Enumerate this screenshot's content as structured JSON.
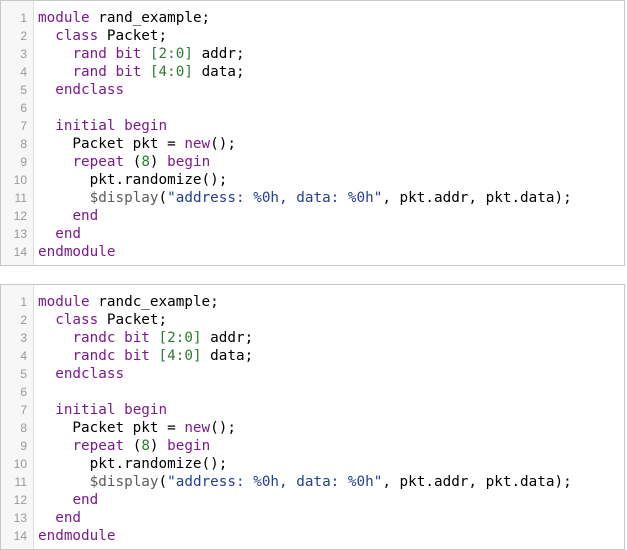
{
  "blocks": [
    {
      "line_numbers": [
        "1",
        "2",
        "3",
        "4",
        "5",
        "6",
        "7",
        "8",
        "9",
        "10",
        "11",
        "12",
        "13",
        "14"
      ],
      "lines": [
        [
          {
            "t": "module",
            "c": "kw"
          },
          {
            "t": " rand_example;",
            "c": "pl"
          }
        ],
        [
          {
            "t": "  ",
            "c": "pl"
          },
          {
            "t": "class",
            "c": "kw"
          },
          {
            "t": " Packet;",
            "c": "pl"
          }
        ],
        [
          {
            "t": "    ",
            "c": "pl"
          },
          {
            "t": "rand",
            "c": "kw"
          },
          {
            "t": " ",
            "c": "pl"
          },
          {
            "t": "bit",
            "c": "kw"
          },
          {
            "t": " ",
            "c": "pl"
          },
          {
            "t": "[2:0]",
            "c": "num"
          },
          {
            "t": " addr;",
            "c": "pl"
          }
        ],
        [
          {
            "t": "    ",
            "c": "pl"
          },
          {
            "t": "rand",
            "c": "kw"
          },
          {
            "t": " ",
            "c": "pl"
          },
          {
            "t": "bit",
            "c": "kw"
          },
          {
            "t": " ",
            "c": "pl"
          },
          {
            "t": "[4:0]",
            "c": "num"
          },
          {
            "t": " data;",
            "c": "pl"
          }
        ],
        [
          {
            "t": "  ",
            "c": "pl"
          },
          {
            "t": "endclass",
            "c": "kw"
          }
        ],
        [],
        [
          {
            "t": "  ",
            "c": "pl"
          },
          {
            "t": "initial",
            "c": "kw"
          },
          {
            "t": " ",
            "c": "pl"
          },
          {
            "t": "begin",
            "c": "kw"
          }
        ],
        [
          {
            "t": "    Packet pkt = ",
            "c": "pl"
          },
          {
            "t": "new",
            "c": "kw"
          },
          {
            "t": "();",
            "c": "pl"
          }
        ],
        [
          {
            "t": "    ",
            "c": "pl"
          },
          {
            "t": "repeat",
            "c": "kw"
          },
          {
            "t": " (",
            "c": "pl"
          },
          {
            "t": "8",
            "c": "num"
          },
          {
            "t": ") ",
            "c": "pl"
          },
          {
            "t": "begin",
            "c": "kw"
          }
        ],
        [
          {
            "t": "      pkt.randomize();",
            "c": "pl"
          }
        ],
        [
          {
            "t": "      ",
            "c": "pl"
          },
          {
            "t": "$display",
            "c": "sys"
          },
          {
            "t": "(",
            "c": "pl"
          },
          {
            "t": "\"address: %0h, data: %0h\"",
            "c": "str"
          },
          {
            "t": ", pkt.addr, pkt.data);",
            "c": "pl"
          }
        ],
        [
          {
            "t": "    ",
            "c": "pl"
          },
          {
            "t": "end",
            "c": "kw"
          }
        ],
        [
          {
            "t": "  ",
            "c": "pl"
          },
          {
            "t": "end",
            "c": "kw"
          }
        ],
        [
          {
            "t": "endmodule",
            "c": "kw"
          }
        ]
      ]
    },
    {
      "line_numbers": [
        "1",
        "2",
        "3",
        "4",
        "5",
        "6",
        "7",
        "8",
        "9",
        "10",
        "11",
        "12",
        "13",
        "14"
      ],
      "lines": [
        [
          {
            "t": "module",
            "c": "kw"
          },
          {
            "t": " randc_example;",
            "c": "pl"
          }
        ],
        [
          {
            "t": "  ",
            "c": "pl"
          },
          {
            "t": "class",
            "c": "kw"
          },
          {
            "t": " Packet;",
            "c": "pl"
          }
        ],
        [
          {
            "t": "    ",
            "c": "pl"
          },
          {
            "t": "randc",
            "c": "kw"
          },
          {
            "t": " ",
            "c": "pl"
          },
          {
            "t": "bit",
            "c": "kw"
          },
          {
            "t": " ",
            "c": "pl"
          },
          {
            "t": "[2:0]",
            "c": "num"
          },
          {
            "t": " addr;",
            "c": "pl"
          }
        ],
        [
          {
            "t": "    ",
            "c": "pl"
          },
          {
            "t": "randc",
            "c": "kw"
          },
          {
            "t": " ",
            "c": "pl"
          },
          {
            "t": "bit",
            "c": "kw"
          },
          {
            "t": " ",
            "c": "pl"
          },
          {
            "t": "[4:0]",
            "c": "num"
          },
          {
            "t": " data;",
            "c": "pl"
          }
        ],
        [
          {
            "t": "  ",
            "c": "pl"
          },
          {
            "t": "endclass",
            "c": "kw"
          }
        ],
        [],
        [
          {
            "t": "  ",
            "c": "pl"
          },
          {
            "t": "initial",
            "c": "kw"
          },
          {
            "t": " ",
            "c": "pl"
          },
          {
            "t": "begin",
            "c": "kw"
          }
        ],
        [
          {
            "t": "    Packet pkt = ",
            "c": "pl"
          },
          {
            "t": "new",
            "c": "kw"
          },
          {
            "t": "();",
            "c": "pl"
          }
        ],
        [
          {
            "t": "    ",
            "c": "pl"
          },
          {
            "t": "repeat",
            "c": "kw"
          },
          {
            "t": " (",
            "c": "pl"
          },
          {
            "t": "8",
            "c": "num"
          },
          {
            "t": ") ",
            "c": "pl"
          },
          {
            "t": "begin",
            "c": "kw"
          }
        ],
        [
          {
            "t": "      pkt.randomize();",
            "c": "pl"
          }
        ],
        [
          {
            "t": "      ",
            "c": "pl"
          },
          {
            "t": "$display",
            "c": "sys"
          },
          {
            "t": "(",
            "c": "pl"
          },
          {
            "t": "\"address: %0h, data: %0h\"",
            "c": "str"
          },
          {
            "t": ", pkt.addr, pkt.data);",
            "c": "pl"
          }
        ],
        [
          {
            "t": "    ",
            "c": "pl"
          },
          {
            "t": "end",
            "c": "kw"
          }
        ],
        [
          {
            "t": "  ",
            "c": "pl"
          },
          {
            "t": "end",
            "c": "kw"
          }
        ],
        [
          {
            "t": "endmodule",
            "c": "kw"
          }
        ]
      ]
    }
  ],
  "colors": {
    "keyword": "#7a1b8b",
    "number": "#2e7d32",
    "string": "#243f8f",
    "system_task": "#5c5c5c",
    "plain": "#000000",
    "line_number": "#999999",
    "border": "#c8c8c8"
  }
}
